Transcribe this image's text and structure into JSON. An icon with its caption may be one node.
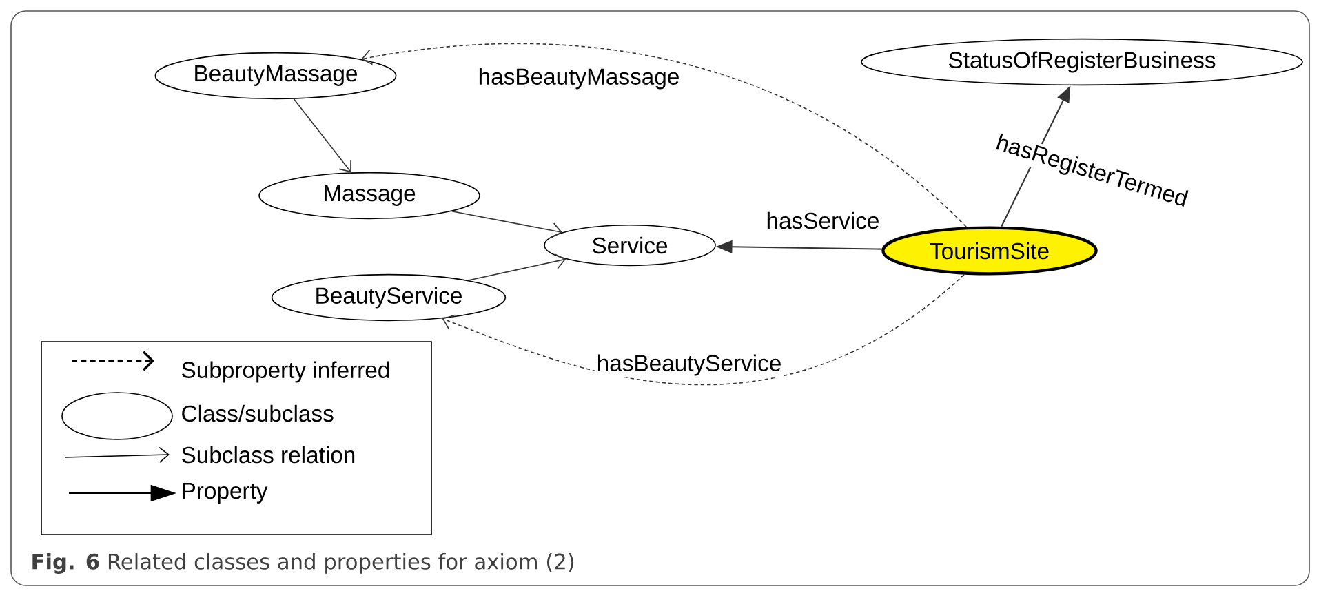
{
  "diagram": {
    "caption": "**Fig. 6**  Related classes and properties for axiom (2)",
    "nodes": [
      {
        "text": [
          "BeautyMassage"
        ]
      },
      {
        "text": [
          "StatusOfRegisterBusiness"
        ]
      },
      {
        "text": [
          "Massage"
        ]
      },
      {
        "text": [
          "Service"
        ]
      },
      {
        "text": [
          "TourismSite"
        ]
      },
      {
        "text": [
          "BeautyService"
        ]
      }
    ],
    "edges": [
      {
        "from": 0,
        "to": 2,
        "arrow": "to"
      },
      {
        "from": 2,
        "to": 3,
        "arrow": "to"
      },
      {
        "from": 5,
        "to": 3,
        "arrow": "to"
      },
      {
        "from": 4,
        "to": 3,
        "arrow": "to",
        "label": "hasService"
      },
      {
        "from": 4,
        "to": 1,
        "arrow": "to",
        "label": "hasRegisterTermed"
      },
      {
        "from": 4,
        "to": 0,
        "arrow": "to",
        "label": "hasBeautyMassage",
        "style": "dashed"
      },
      {
        "from": 4,
        "to": 5,
        "arrow": "to",
        "label": "hasBeautyService",
        "style": "dashed"
      }
    ],
    "legend": [
      {
        "text": "Subproperty inferred"
      },
      {
        "text": "Class/subclass"
      },
      {
        "text": "Subclass relation"
      },
      {
        "text": "Property"
      }
    ]
  }
}
